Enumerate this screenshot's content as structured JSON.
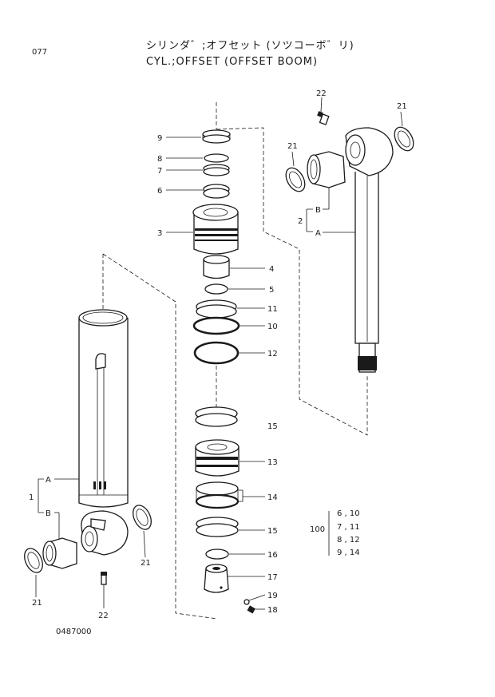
{
  "header": {
    "page_number": "077",
    "title_jp": "シリンダ゛;オフセット (ソツコーボ゛リ)",
    "title_en": "CYL.;OFFSET (OFFSET BOOM)"
  },
  "footer": {
    "drawing_number": "0487000"
  },
  "parts": {
    "p1": "1",
    "p1a": "A",
    "p1b": "B",
    "p2": "2",
    "p2a": "A",
    "p2b": "B",
    "p3": "3",
    "p4": "4",
    "p5": "5",
    "p6": "6",
    "p7": "7",
    "p8": "8",
    "p9": "9",
    "p10": "10",
    "p11": "11",
    "p12": "12",
    "p13": "13",
    "p14": "14",
    "p15a": "15",
    "p15b": "15",
    "p16": "16",
    "p17": "17",
    "p18": "18",
    "p19": "19",
    "p21a": "21",
    "p21b": "21",
    "p21c": "21",
    "p21d": "21",
    "p22a": "22",
    "p22b": "22"
  },
  "kit": {
    "number": "100",
    "members": [
      "6 , 10",
      "7 , 11",
      "8 , 12",
      "9 , 14"
    ]
  }
}
